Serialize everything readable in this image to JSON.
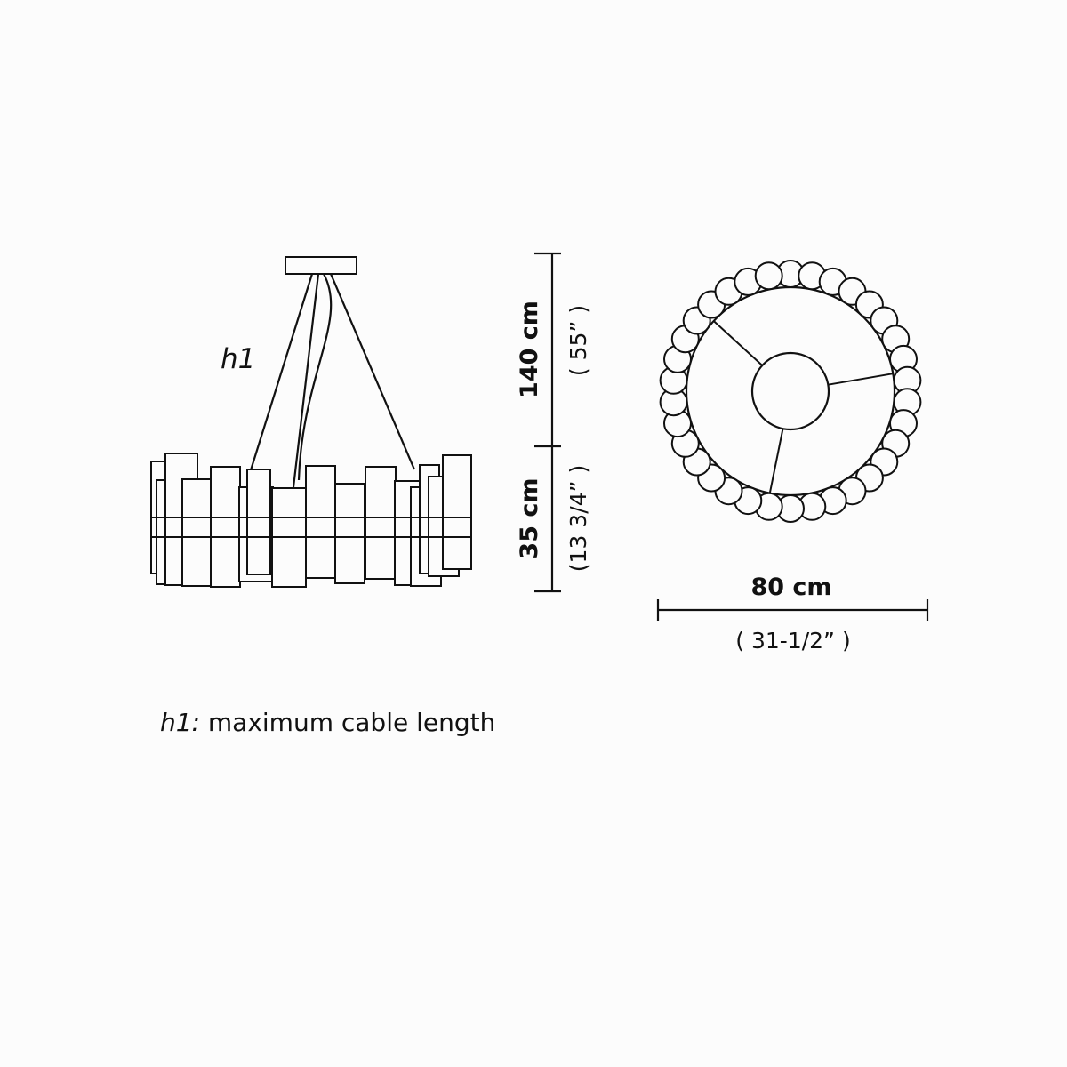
{
  "labels": {
    "cable_marker": "h1",
    "height_cable": "140 cm",
    "height_cable_inch": "( 55” )",
    "height_body": "35 cm",
    "height_body_inch": "(13 3/4” )",
    "diameter": "80 cm",
    "diameter_inch": "( 31-1/2” )"
  },
  "legend": {
    "key": "h1:",
    "text": " maximum cable length"
  },
  "top_view": {
    "bulb_count": 34,
    "arm_count": 3
  }
}
